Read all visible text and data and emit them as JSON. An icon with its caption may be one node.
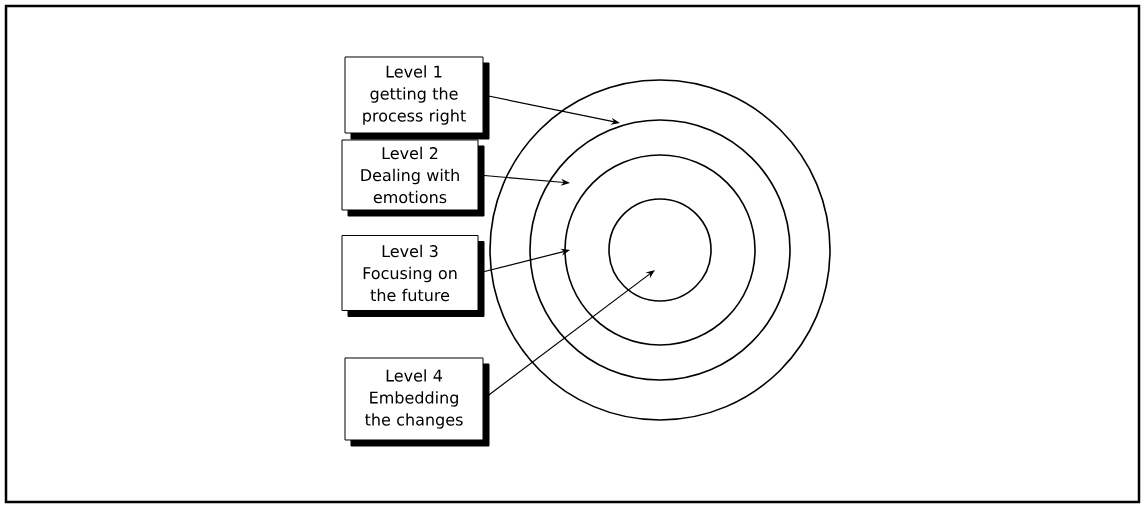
{
  "diagram": {
    "nodes": [
      {
        "text": [
          "Level 1",
          "getting the process right"
        ]
      },
      {
        "text": [
          "Level 2",
          "Dealing with emotions"
        ]
      },
      {
        "text": [
          "Level 3",
          "Focusing on the future"
        ]
      },
      {
        "text": [
          "Level 4",
          "Embedding the changes"
        ]
      },
      {
        "text": [],
        "shape": "circle"
      },
      {
        "text": [],
        "shape": "circle",
        "in": 4
      },
      {
        "text": [],
        "shape": "circle",
        "in": 5
      },
      {
        "text": [],
        "shape": "circle",
        "in": 6
      }
    ],
    "edges": [
      {
        "from": 0,
        "to": 4,
        "arrow": "to"
      },
      {
        "from": 1,
        "to": 5,
        "arrow": "to"
      },
      {
        "from": 2,
        "to": 6,
        "arrow": "to"
      },
      {
        "from": 3,
        "to": 7,
        "arrow": "to"
      }
    ]
  }
}
